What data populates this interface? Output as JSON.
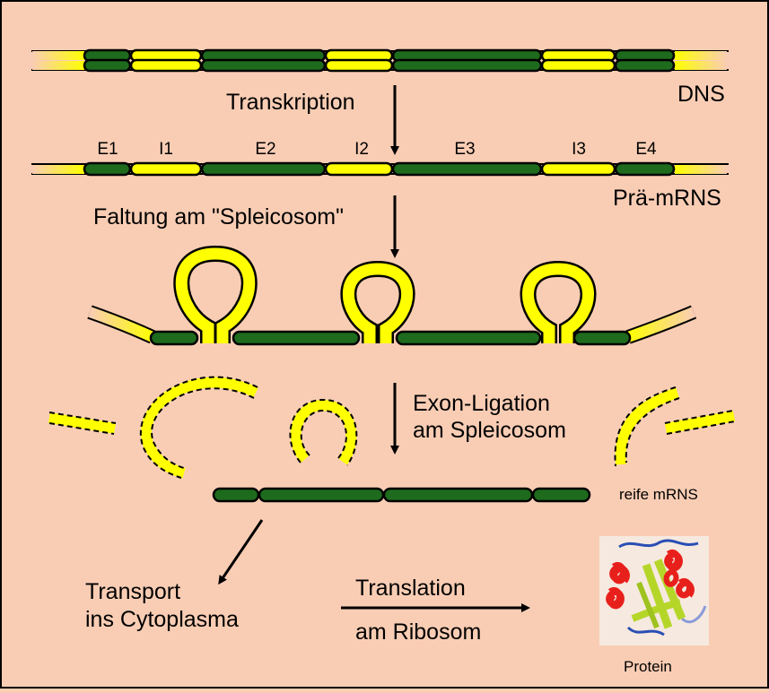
{
  "labels": {
    "dns": "DNS",
    "transkription": "Transkription",
    "pre_mrna": "Prä-mRNS",
    "faltung": "Faltung am \"Spleicosom\"",
    "exon_ligation_1": "Exon-Ligation",
    "exon_ligation_2": "am Spleicosom",
    "reife_mrna": "reife mRNS",
    "transport_1": "Transport",
    "transport_2": "ins Cytoplasma",
    "translation_1": "Translation",
    "translation_2": "am Ribosom",
    "protein": "Protein"
  },
  "segments": [
    "E1",
    "I1",
    "E2",
    "I2",
    "E3",
    "I3",
    "E4"
  ],
  "colors": {
    "background": "#f9cdb4",
    "exon": "#1e6b1e",
    "intron": "#ffff00",
    "outline": "#000000",
    "helix": "#e8201c",
    "sheet": "#b5d629",
    "coil": "#2a4fb5"
  }
}
